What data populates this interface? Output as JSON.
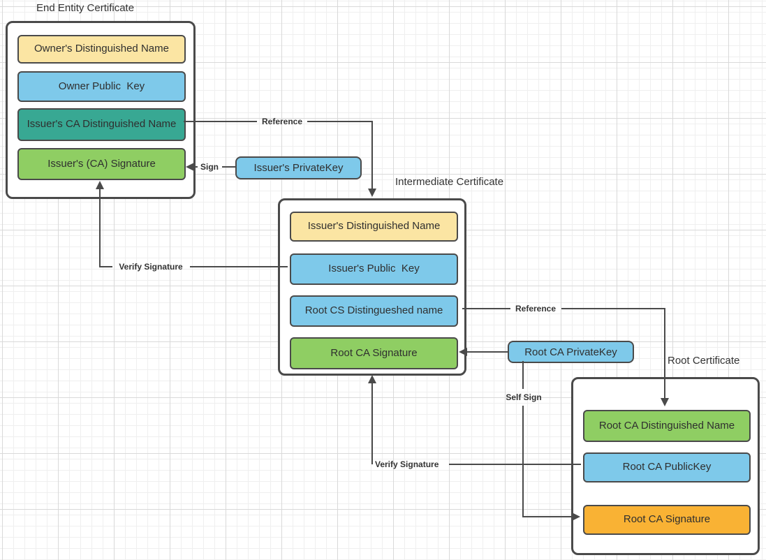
{
  "colors": {
    "yellow": "#fbe5a3",
    "blue": "#7ec9ea",
    "teal": "#38a893",
    "green": "#8fce63",
    "orange": "#f9b234",
    "stroke": "#4a4a4a",
    "text": "#333333"
  },
  "end_entity": {
    "title": "End Entity Certificate",
    "fields": [
      {
        "label": "Owner's Distinguished Name",
        "color": "yellow"
      },
      {
        "label": "Owner Public  Key",
        "color": "blue"
      },
      {
        "label": "Issuer's CA Distinguished Name",
        "color": "teal"
      },
      {
        "label": "Issuer's (CA) Signature",
        "color": "green"
      }
    ]
  },
  "intermediate": {
    "title": "Intermediate Certificate",
    "fields": [
      {
        "label": "Issuer's Distinguished Name",
        "color": "yellow"
      },
      {
        "label": "Issuer's Public  Key",
        "color": "blue"
      },
      {
        "label": "Root CS Distingueshed name",
        "color": "blue"
      },
      {
        "label": "Root CA Signature",
        "color": "green"
      }
    ]
  },
  "root": {
    "title": "Root Certificate",
    "fields": [
      {
        "label": "Root CA Distinguished Name",
        "color": "green"
      },
      {
        "label": "Root CA PublicKey",
        "color": "blue"
      },
      {
        "label": "Root CA Signature",
        "color": "orange"
      }
    ]
  },
  "keys": {
    "issuer_private_key": "Issuer's PrivateKey",
    "root_private_key": "Root CA PrivateKey"
  },
  "connectors": {
    "reference_left": "Reference",
    "sign": "Sign",
    "verify_left": "Verify Signature",
    "reference_right": "Reference",
    "self_sign": "Self Sign",
    "verify_right": "Verify Signature"
  }
}
